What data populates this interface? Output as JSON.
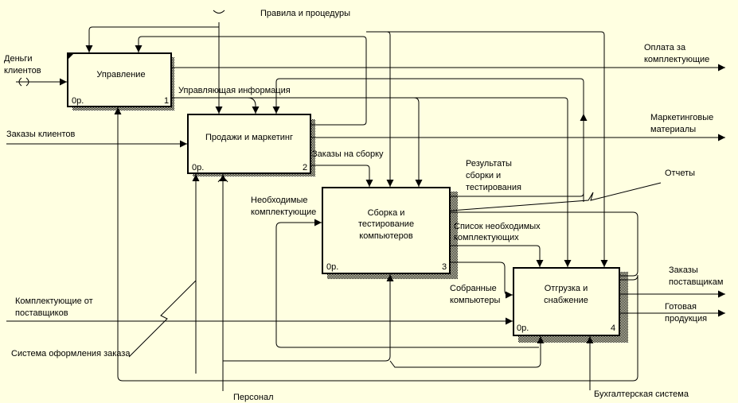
{
  "boxes": [
    {
      "title": [
        "Управление"
      ],
      "cost": "0р.",
      "num": "1"
    },
    {
      "title": [
        "Продажи и маркетинг"
      ],
      "cost": "0р.",
      "num": "2"
    },
    {
      "title": [
        "Сборка и",
        "тестирование",
        "компьютеров"
      ],
      "cost": "0р.",
      "num": "3"
    },
    {
      "title": [
        "Отгрузка и",
        "снабжение"
      ],
      "cost": "0р.",
      "num": "4"
    }
  ],
  "labels": {
    "rules": "Правила и процедуры",
    "money_1": "Деньги",
    "money_2": "клиентов",
    "payment_1": "Оплата за",
    "payment_2": "комплектующие",
    "control_info": "Управляющая информация",
    "marketing_1": "Маркетинговые",
    "marketing_2": "материалы",
    "client_orders": "Заказы клиентов",
    "assembly_orders": "Заказы на сборку",
    "results_1": "Результаты",
    "results_2": "сборки и",
    "results_3": "тестирования",
    "reports": "Отчеты",
    "needed_parts_1": "Необходимые",
    "needed_parts_2": "комплектующие",
    "parts_list_1": "Список необходимых",
    "parts_list_2": "комплектующих",
    "assembled_1": "Собранные",
    "assembled_2": "компьютеры",
    "supplier_orders_1": "Заказы",
    "supplier_orders_2": "поставщикам",
    "finished_1": "Готовая",
    "finished_2": "продукция",
    "parts_in_1": "Комплектующие от",
    "parts_in_2": "поставщиков",
    "order_system": "Система оформления заказа",
    "personnel": "Персонал",
    "accounting": "Бухгалтерская система"
  }
}
